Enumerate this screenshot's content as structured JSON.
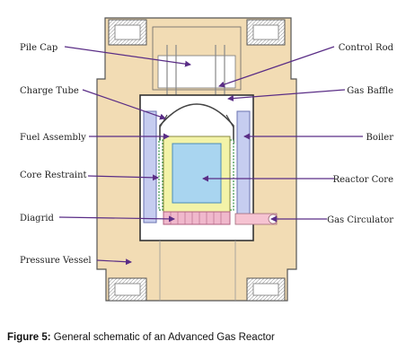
{
  "labels": {
    "pile_cap": "Pile Cap",
    "charge_tube": "Charge Tube",
    "fuel_assembly": "Fuel Assembly",
    "core_restraint": "Core Restraint",
    "diagrid": "Diagrid",
    "pressure_vessel": "Pressure Vessel",
    "control_rod": "Control Rod",
    "gas_baffle": "Gas Baffle",
    "boiler": "Boiler",
    "reactor_core": "Reactor Core",
    "gas_circulator": "Gas Circulator"
  },
  "caption": {
    "prefix": "Figure 5:",
    "text": " General schematic of an Advanced Gas Reactor"
  },
  "colors": {
    "concrete": "#f2dcb4",
    "concrete_outline": "#555555",
    "arrow": "#5a2d86",
    "core": "#a9d5f0",
    "boiler": "#c6cdf0",
    "fuel_frame": "#f3f3a8",
    "diagrid": "#f0b8cc",
    "restraint": "#2f8f3f"
  }
}
